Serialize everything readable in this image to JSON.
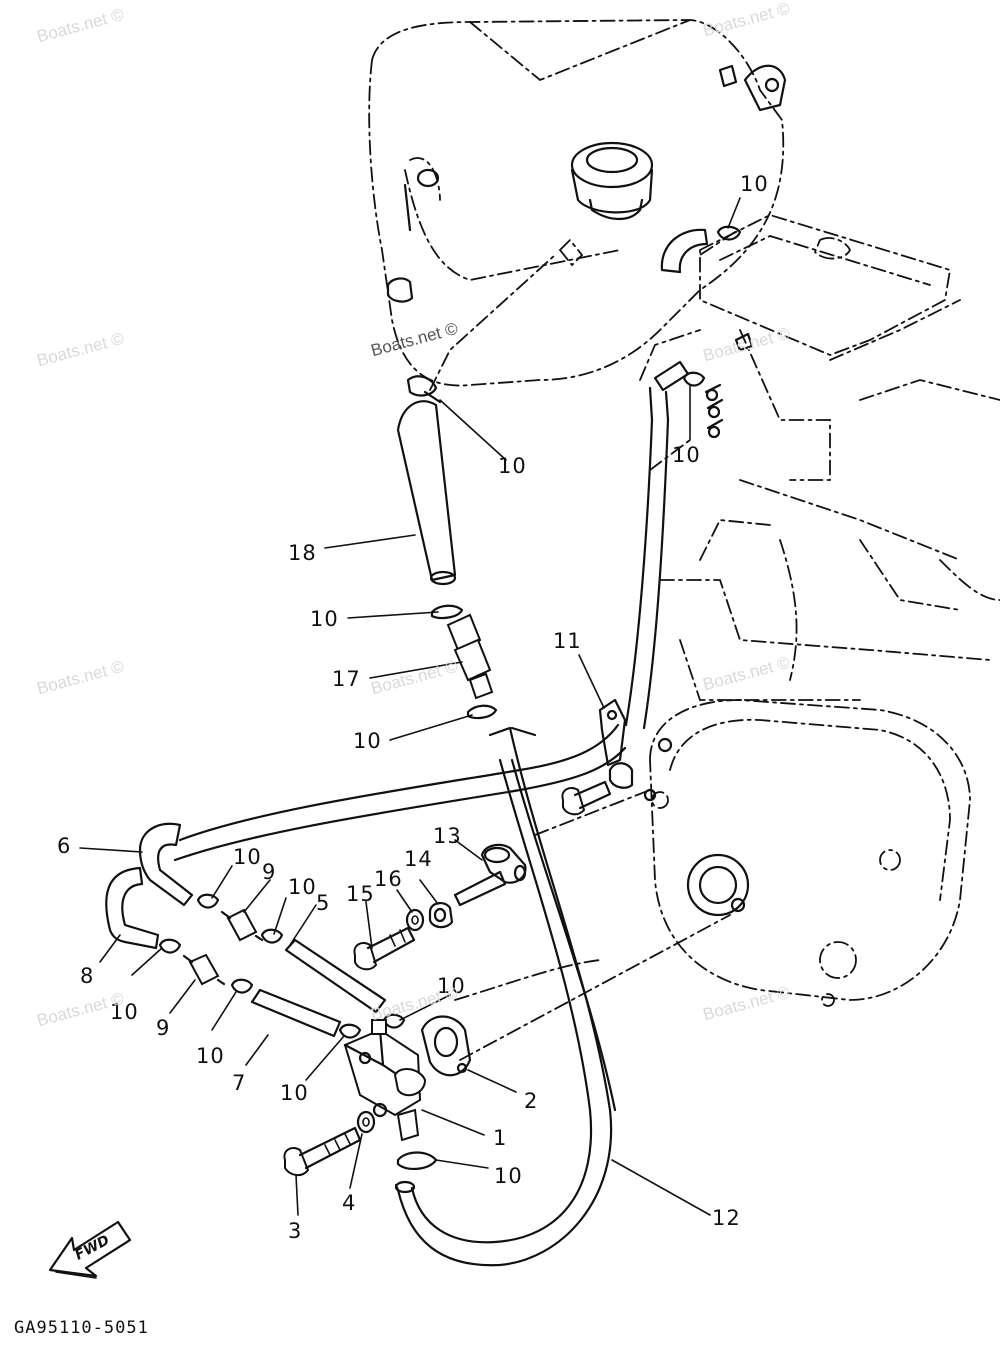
{
  "diagram": {
    "drawing_code": "GA95110-5051",
    "direction_label": "FWD",
    "watermark": "Boats.net ©",
    "callouts": [
      {
        "id": "c10a",
        "text": "10"
      },
      {
        "id": "c10b",
        "text": "10"
      },
      {
        "id": "c10c",
        "text": "10"
      },
      {
        "id": "c18",
        "text": "18"
      },
      {
        "id": "c10d",
        "text": "10"
      },
      {
        "id": "c17",
        "text": "17"
      },
      {
        "id": "c11",
        "text": "11"
      },
      {
        "id": "c10e",
        "text": "10"
      },
      {
        "id": "c6",
        "text": "6"
      },
      {
        "id": "c13",
        "text": "13"
      },
      {
        "id": "c10f",
        "text": "10"
      },
      {
        "id": "c9a",
        "text": "9"
      },
      {
        "id": "c10g",
        "text": "10"
      },
      {
        "id": "c5",
        "text": "5"
      },
      {
        "id": "c14",
        "text": "14"
      },
      {
        "id": "c16",
        "text": "16"
      },
      {
        "id": "c15",
        "text": "15"
      },
      {
        "id": "c8",
        "text": "8"
      },
      {
        "id": "c10h",
        "text": "10"
      },
      {
        "id": "c9b",
        "text": "9"
      },
      {
        "id": "c10i",
        "text": "10"
      },
      {
        "id": "c10j",
        "text": "10"
      },
      {
        "id": "c7",
        "text": "7"
      },
      {
        "id": "c10k",
        "text": "10"
      },
      {
        "id": "c2",
        "text": "2"
      },
      {
        "id": "c1",
        "text": "1"
      },
      {
        "id": "c10l",
        "text": "10"
      },
      {
        "id": "c4",
        "text": "4"
      },
      {
        "id": "c3",
        "text": "3"
      },
      {
        "id": "c12",
        "text": "12"
      }
    ]
  }
}
